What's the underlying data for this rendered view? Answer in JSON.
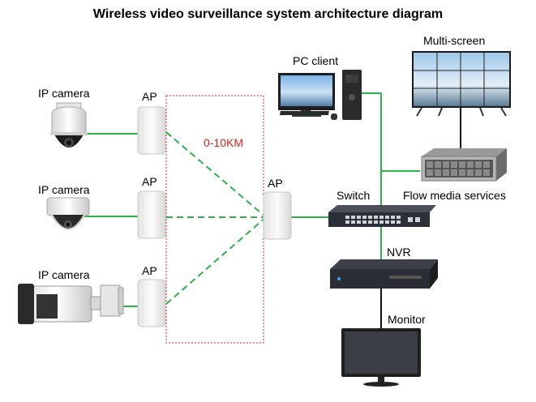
{
  "title": "Wireless video surveillance system architecture diagram",
  "labels": {
    "ip_camera_1": "IP camera",
    "ip_camera_2": "IP camera",
    "ip_camera_3": "IP camera",
    "ap_1": "AP",
    "ap_2": "AP",
    "ap_3": "AP",
    "ap_center": "AP",
    "distance": "0-10KM",
    "pc_client": "PC client",
    "multi_screen": "Multi-screen",
    "switch": "Switch",
    "flow_media": "Flow media services",
    "nvr": "NVR",
    "monitor": "Monitor"
  },
  "colors": {
    "link_green": "#2bb34a",
    "range_box_red": "#e02020",
    "device_dark": "#2a2f38",
    "ap_white": "#f1f1f1"
  },
  "icons": [
    "ptz-camera-icon",
    "dome-camera-icon",
    "bullet-camera-icon",
    "access-point-icon",
    "pc-icon",
    "video-wall-icon",
    "server-icon",
    "switch-icon",
    "nvr-icon",
    "monitor-icon"
  ]
}
